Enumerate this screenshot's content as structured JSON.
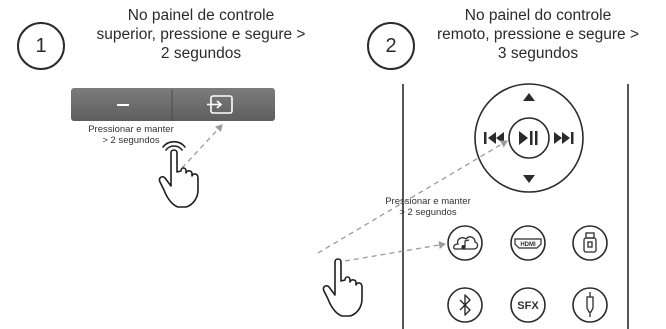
{
  "step1": {
    "number": "1",
    "instruction_lines": [
      "No painel de controle",
      "superior, pressione e segure >",
      "2 segundos"
    ],
    "button_minus_label": "–",
    "hold_label_lines": [
      "Pressionar e manter",
      "> 2 segundos"
    ]
  },
  "step2": {
    "number": "2",
    "instruction_lines": [
      "No painel do controle",
      "remoto, pressione e segure >",
      "3 segundos"
    ],
    "hold_label_lines": [
      "Pressionar e manter",
      "> 2 segundos"
    ],
    "remote_buttons": {
      "hdmi_label": "HDMI",
      "sfx_label": "SFX"
    }
  },
  "colors": {
    "panel_gray": "#6f6f6f",
    "panel_dark": "#555555",
    "line": "#2b2b2b",
    "dashed_arrow": "#9a9a9a"
  },
  "icons": [
    "hand-pointer-icon",
    "input-source-icon",
    "play-pause-icon",
    "previous-track-icon",
    "next-track-icon",
    "up-arrow-icon",
    "down-arrow-icon",
    "cloud-music-icon",
    "hdmi-icon",
    "usb-icon",
    "bluetooth-icon",
    "sfx-icon",
    "aux-icon"
  ]
}
